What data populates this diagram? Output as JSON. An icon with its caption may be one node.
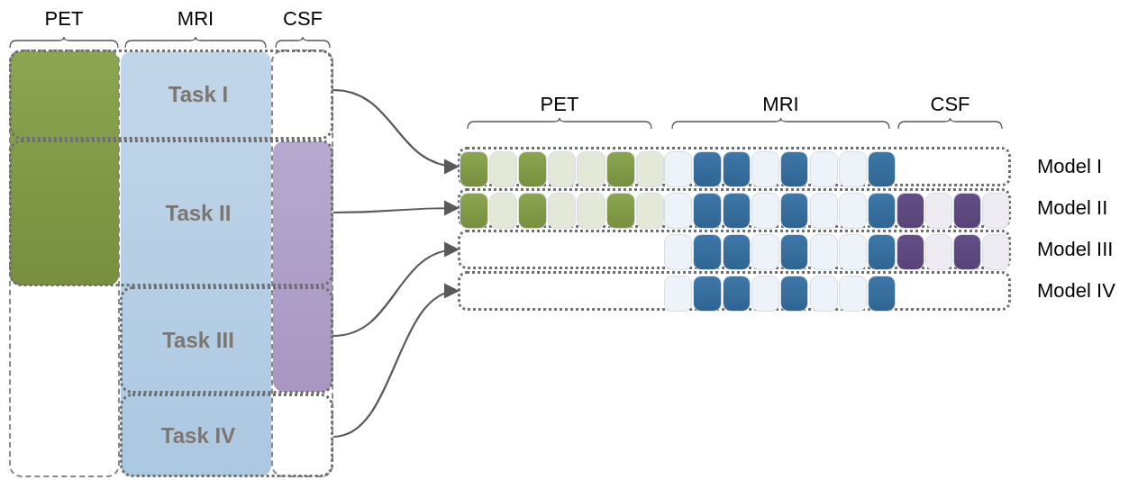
{
  "diagram": {
    "nodes": [
      {
        "text": [
          "Task I"
        ]
      },
      {
        "text": [
          "Task II"
        ]
      },
      {
        "text": [
          "Task III"
        ]
      },
      {
        "text": [
          "Task IV"
        ]
      },
      {
        "text": [],
        "shape": "bar",
        "beside": [
          "Model I"
        ]
      },
      {
        "text": [],
        "shape": "bar",
        "beside": [
          "Model II"
        ]
      },
      {
        "text": [],
        "shape": "bar",
        "beside": [
          "Model III"
        ]
      },
      {
        "text": [],
        "shape": "bar",
        "beside": [
          "Model IV"
        ]
      },
      {
        "text": [],
        "shape": "box"
      },
      {
        "text": [],
        "shape": "box"
      },
      {
        "text": [],
        "shape": "box"
      }
    ],
    "edges": [
      {
        "from": 0,
        "to": 4,
        "arrow": "to"
      },
      {
        "from": 1,
        "to": 5,
        "arrow": "to"
      },
      {
        "from": 2,
        "to": 6,
        "arrow": "to"
      },
      {
        "from": 3,
        "to": 7,
        "arrow": "to"
      }
    ],
    "labels": [
      "PET",
      "MRI",
      "CSF",
      "PET",
      "MRI",
      "CSF"
    ]
  }
}
